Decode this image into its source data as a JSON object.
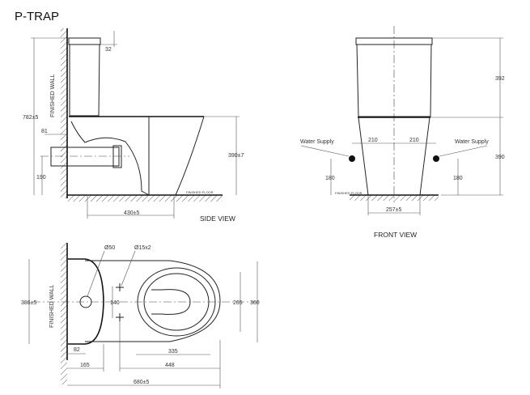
{
  "title": "P-TRAP",
  "side_view": {
    "label": "SIDE VIEW",
    "wall_label": "FINISHED WALL",
    "floor_label": "FINISHED FLOOR",
    "dims": {
      "total_height": "782±5",
      "lid": "32",
      "outlet_offset": "81",
      "outlet_height": "190",
      "seat_height": "390±7",
      "depth": "430±5"
    }
  },
  "front_view": {
    "label": "FRONT VIEW",
    "floor_label": "FINISHED FLOOR",
    "water_supply_left": "Water Supply",
    "water_supply_right": "Water Supply",
    "dims": {
      "tank_height": "392",
      "bowl_height": "390",
      "left_offset": "210",
      "right_offset": "210",
      "left_supply_height": "180",
      "right_supply_height": "180",
      "base_width": "257±5"
    }
  },
  "top_view": {
    "wall_label": "FINISHED WALL",
    "dims": {
      "tank_width": "386±5",
      "bowl_width": "360",
      "seat_width": "265",
      "outlet_dia": "Ø50",
      "holes": "Ø15x2",
      "hole_spacing": "140",
      "outlet_from_wall": "82",
      "tank_depth": "165",
      "bowl_length": "448",
      "seat_length": "335",
      "total_length": "680±5"
    }
  }
}
